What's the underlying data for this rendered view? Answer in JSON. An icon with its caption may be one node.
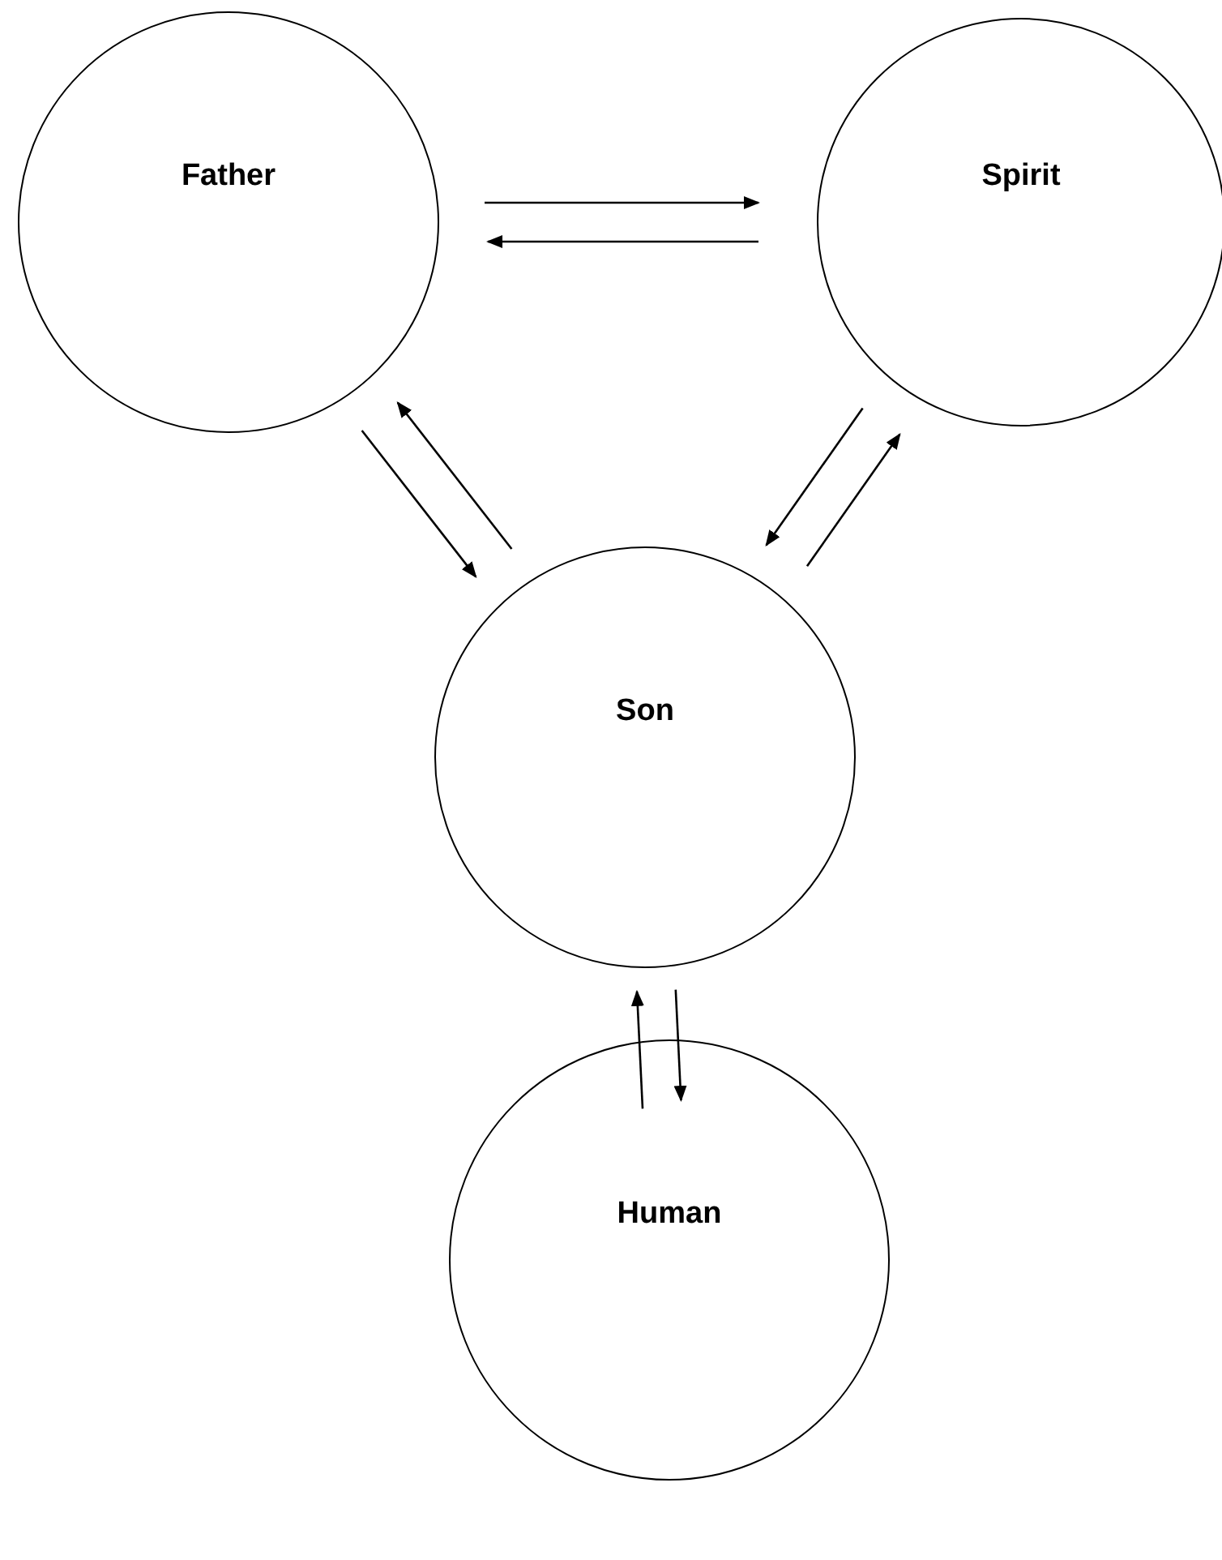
{
  "diagram": {
    "nodes": [
      {
        "text": [
          "Father"
        ]
      },
      {
        "text": [
          "Spirit"
        ]
      },
      {
        "text": [
          "Son"
        ]
      },
      {
        "text": [
          "Human"
        ]
      }
    ],
    "edges": [
      {
        "from": 0,
        "to": 1,
        "arrow": "to"
      },
      {
        "from": 1,
        "to": 0,
        "arrow": "to"
      },
      {
        "from": 0,
        "to": 2,
        "arrow": "to"
      },
      {
        "from": 2,
        "to": 0,
        "arrow": "to"
      },
      {
        "from": 1,
        "to": 2,
        "arrow": "to"
      },
      {
        "from": 2,
        "to": 1,
        "arrow": "to"
      },
      {
        "from": 3,
        "to": 2,
        "arrow": "to"
      },
      {
        "from": 2,
        "to": 3,
        "arrow": "to"
      }
    ]
  }
}
